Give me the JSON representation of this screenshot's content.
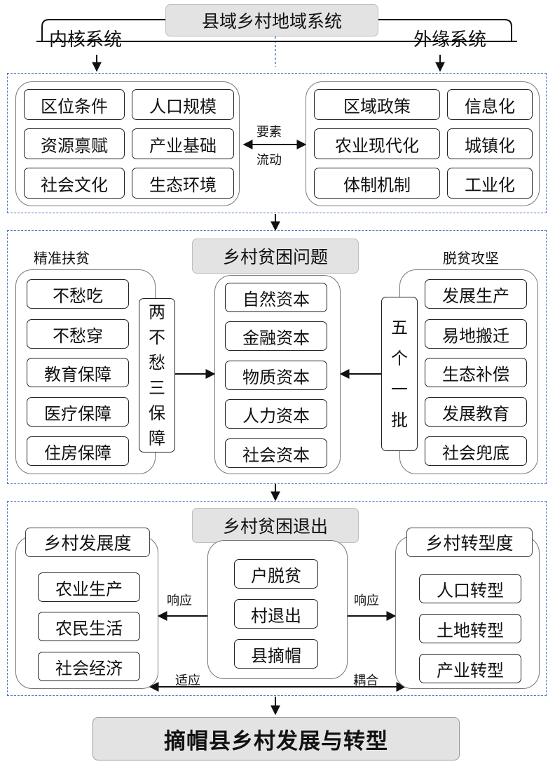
{
  "top": {
    "title": "县域乡村地域系统",
    "left_label": "内核系统",
    "right_label": "外缘系统"
  },
  "core": {
    "items": [
      "区位条件",
      "人口规模",
      "资源禀赋",
      "产业基础",
      "社会文化",
      "生态环境"
    ]
  },
  "outer": {
    "items": [
      "区域政策",
      "信息化",
      "农业现代化",
      "城镇化",
      "体制机制",
      "工业化"
    ]
  },
  "flow": {
    "line1": "要素",
    "line2": "流动"
  },
  "poverty": {
    "title": "乡村贫困问题",
    "left_label": "精准扶贫",
    "right_label": "脱贫攻坚",
    "left_items": [
      "不愁吃",
      "不愁穿",
      "教育保障",
      "医疗保障",
      "住房保障"
    ],
    "left_vertical": [
      "两",
      "不",
      "愁",
      "三",
      "保",
      "障"
    ],
    "center_items": [
      "自然资本",
      "金融资本",
      "物质资本",
      "人力资本",
      "社会资本"
    ],
    "right_vertical": [
      "五",
      "个",
      "一",
      "批"
    ],
    "right_items": [
      "发展生产",
      "易地搬迁",
      "生态补偿",
      "发展教育",
      "社会兜底"
    ]
  },
  "exit": {
    "title": "乡村贫困退出",
    "center_items": [
      "户脱贫",
      "村退出",
      "县摘帽"
    ],
    "left_title": "乡村发展度",
    "left_items": [
      "农业生产",
      "农民生活",
      "社会经济"
    ],
    "right_title": "乡村转型度",
    "right_items": [
      "人口转型",
      "土地转型",
      "产业转型"
    ],
    "respond_left": "响应",
    "respond_right": "响应",
    "adapt": "适应",
    "couple": "耦合"
  },
  "final": {
    "title": "摘帽县乡村发展与转型"
  }
}
